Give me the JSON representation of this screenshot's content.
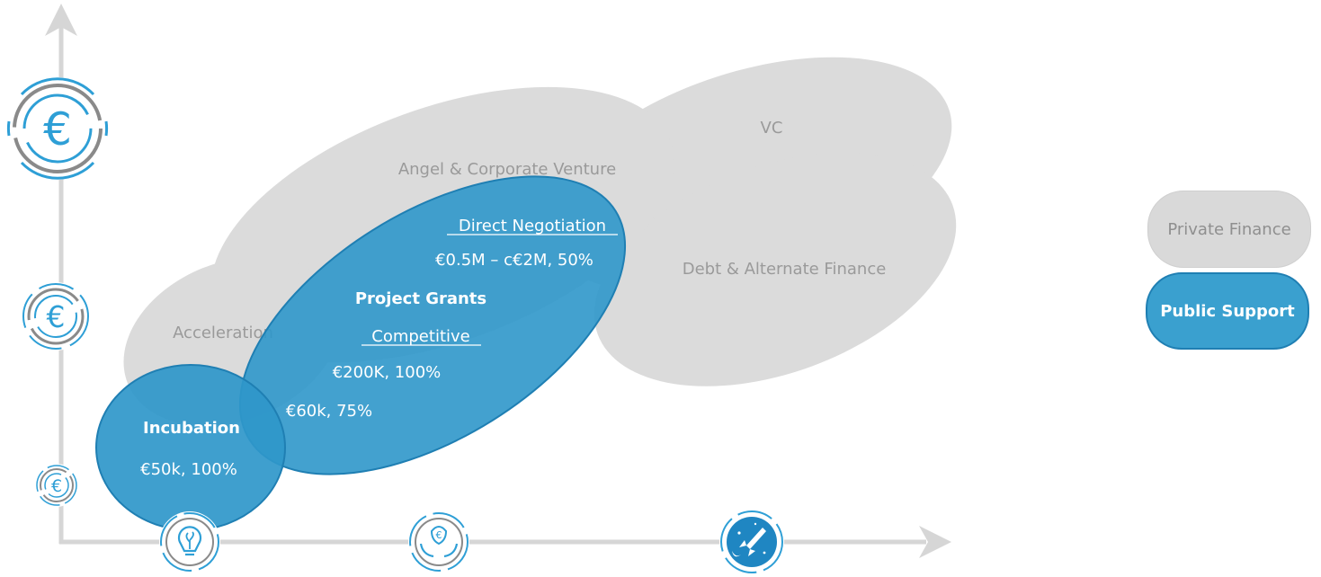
{
  "private_finance": {
    "vc": "VC",
    "angel": "Angel & Corporate Venture",
    "debt": "Debt & Alternate Finance",
    "acceleration": "Acceleration"
  },
  "public_support": {
    "project_grants": {
      "title": "Project Grants",
      "direct_label": "Direct Negotiation",
      "direct_value": "€0.5M – c€2M, 50%",
      "competitive_label": "Competitive",
      "competitive_value": "€200K, 100%",
      "small_value": "€60k, 75%"
    },
    "incubation": {
      "title": "Incubation",
      "value": "€50k, 100%"
    }
  },
  "legend": {
    "private": "Private Finance",
    "public": "Public Support"
  },
  "icons": {
    "y_axis": [
      "euro-cycle-icon-large",
      "euro-cycle-icon-medium",
      "euro-cycle-icon-small"
    ],
    "x_axis": [
      "lightbulb-plant-icon",
      "hands-euro-icon",
      "rocket-icon"
    ]
  },
  "colors": {
    "private": "#d9d9d9",
    "public": "#2f97ca",
    "axis": "#d4d4d4",
    "icon_blue": "#2e9fd6",
    "icon_grey": "#8a8a8a"
  }
}
